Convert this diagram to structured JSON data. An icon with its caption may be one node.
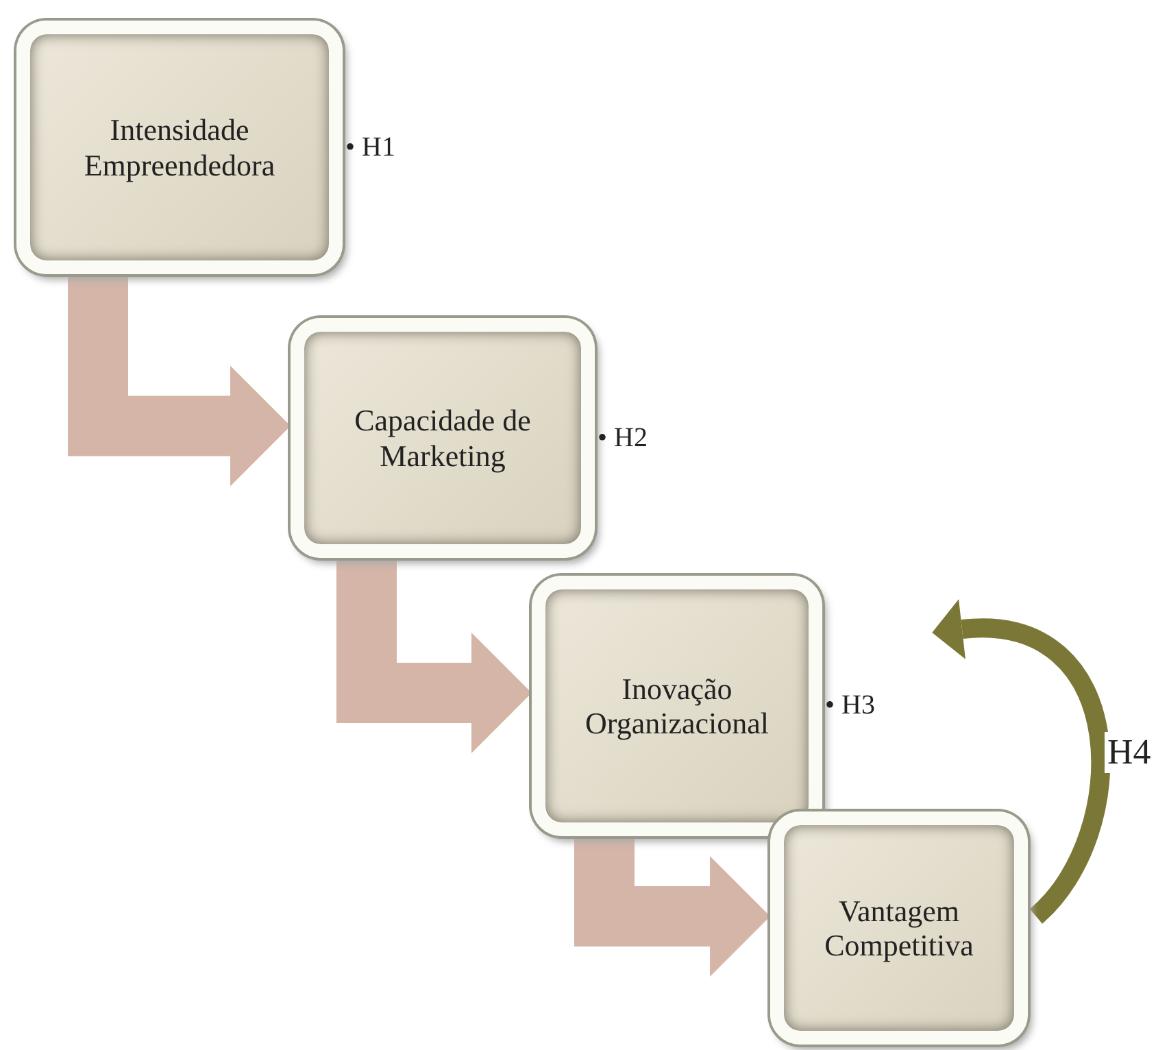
{
  "diagram": {
    "nodes": [
      {
        "text": [
          "Intensidade Empreendedora"
        ],
        "beside": [
          "• H1"
        ]
      },
      {
        "text": [
          "Capacidade de Marketing"
        ],
        "beside": [
          "• H2"
        ]
      },
      {
        "text": [
          "Inovação Organizacional"
        ],
        "beside": [
          "• H3"
        ]
      },
      {
        "text": [
          "Vantagem Competitiva"
        ]
      }
    ],
    "edges": [
      {
        "from": 0,
        "to": 1,
        "arrow": "to"
      },
      {
        "from": 1,
        "to": 2,
        "arrow": "to"
      },
      {
        "from": 2,
        "to": 3,
        "arrow": "to"
      },
      {
        "from": 3,
        "to": null,
        "arrow": "to",
        "label": "H4",
        "color": "#7b7736"
      }
    ]
  }
}
